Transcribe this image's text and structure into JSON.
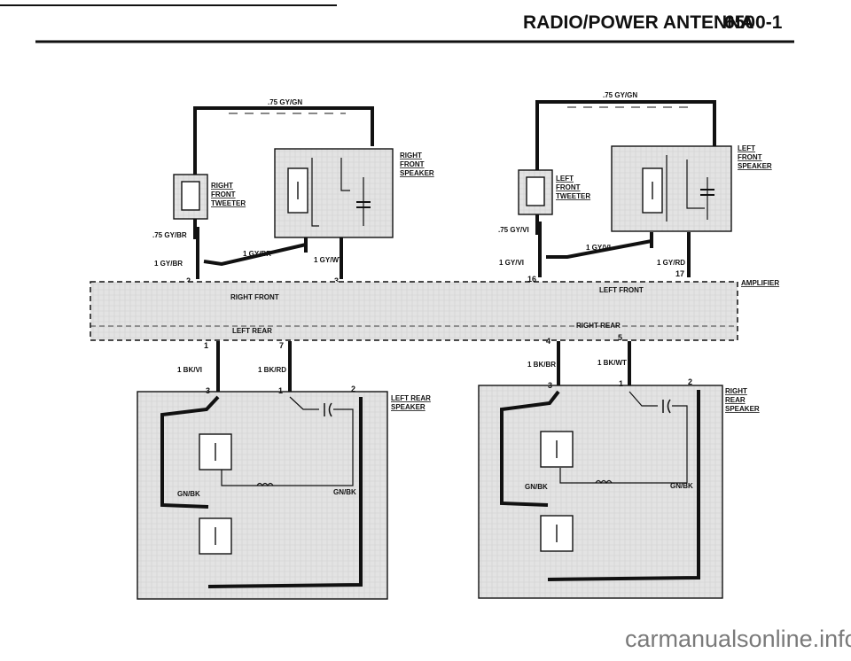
{
  "header": {
    "title": "RADIO/POWER ANTENNA",
    "page_code": "6500-1"
  },
  "amplifier": {
    "label": "AMPLIFIER",
    "zone_right_front": "RIGHT FRONT",
    "zone_left_front": "LEFT FRONT",
    "zone_left_rear": "LEFT REAR",
    "zone_right_rear": "RIGHT REAR"
  },
  "components": {
    "right_tweeter": [
      "RIGHT",
      "FRONT",
      "TWEETER"
    ],
    "right_front_speaker": [
      "RIGHT",
      "FRONT",
      "SPEAKER"
    ],
    "left_tweeter": [
      "LEFT",
      "FRONT",
      "TWEETER"
    ],
    "left_front_speaker": [
      "LEFT",
      "FRONT",
      "SPEAKER"
    ],
    "left_rear_speaker": [
      "LEFT REAR",
      "SPEAKER"
    ],
    "right_rear_speaker": [
      "RIGHT",
      "REAR",
      "SPEAKER"
    ]
  },
  "wires": {
    "rf_top": ".75 GY/GN",
    "rf_tweeter": ".75 GY/BR",
    "rf_gybr_left": "1 GY/BR",
    "rf_gybr_mid": "1 GY/BR",
    "rf_gywt": "1 GY/WT",
    "lf_top": ".75 GY/GN",
    "lf_tweeter": ".75 GY/VI",
    "lf_gyvi_left": "1 GY/VI",
    "lf_gyvi_mid": "1 GY/VI",
    "lf_gyrd": "1 GY/RD",
    "lr_bkvi": "1 BK/VI",
    "lr_bkrd": "1 BK/RD",
    "lr_gnbk_left": "GN/BK",
    "lr_gnbk_right": "GN/BK",
    "rr_bkbr": "1 BK/BR",
    "rr_bkwt": "1 BK/WT",
    "rr_gnbk_left": "GN/BK",
    "rr_gnbk_right": "GN/BK"
  },
  "pins": {
    "amp_2": "2",
    "amp_3": "3",
    "amp_16": "16",
    "amp_17": "17",
    "amp_1": "1",
    "amp_7": "7",
    "amp_4": "4",
    "amp_5": "5",
    "lr_3": "3",
    "lr_1": "1",
    "lr_2": "2",
    "rr_3": "3",
    "rr_1": "1",
    "rr_2": "2"
  },
  "watermark": "carmanualsonline.info"
}
